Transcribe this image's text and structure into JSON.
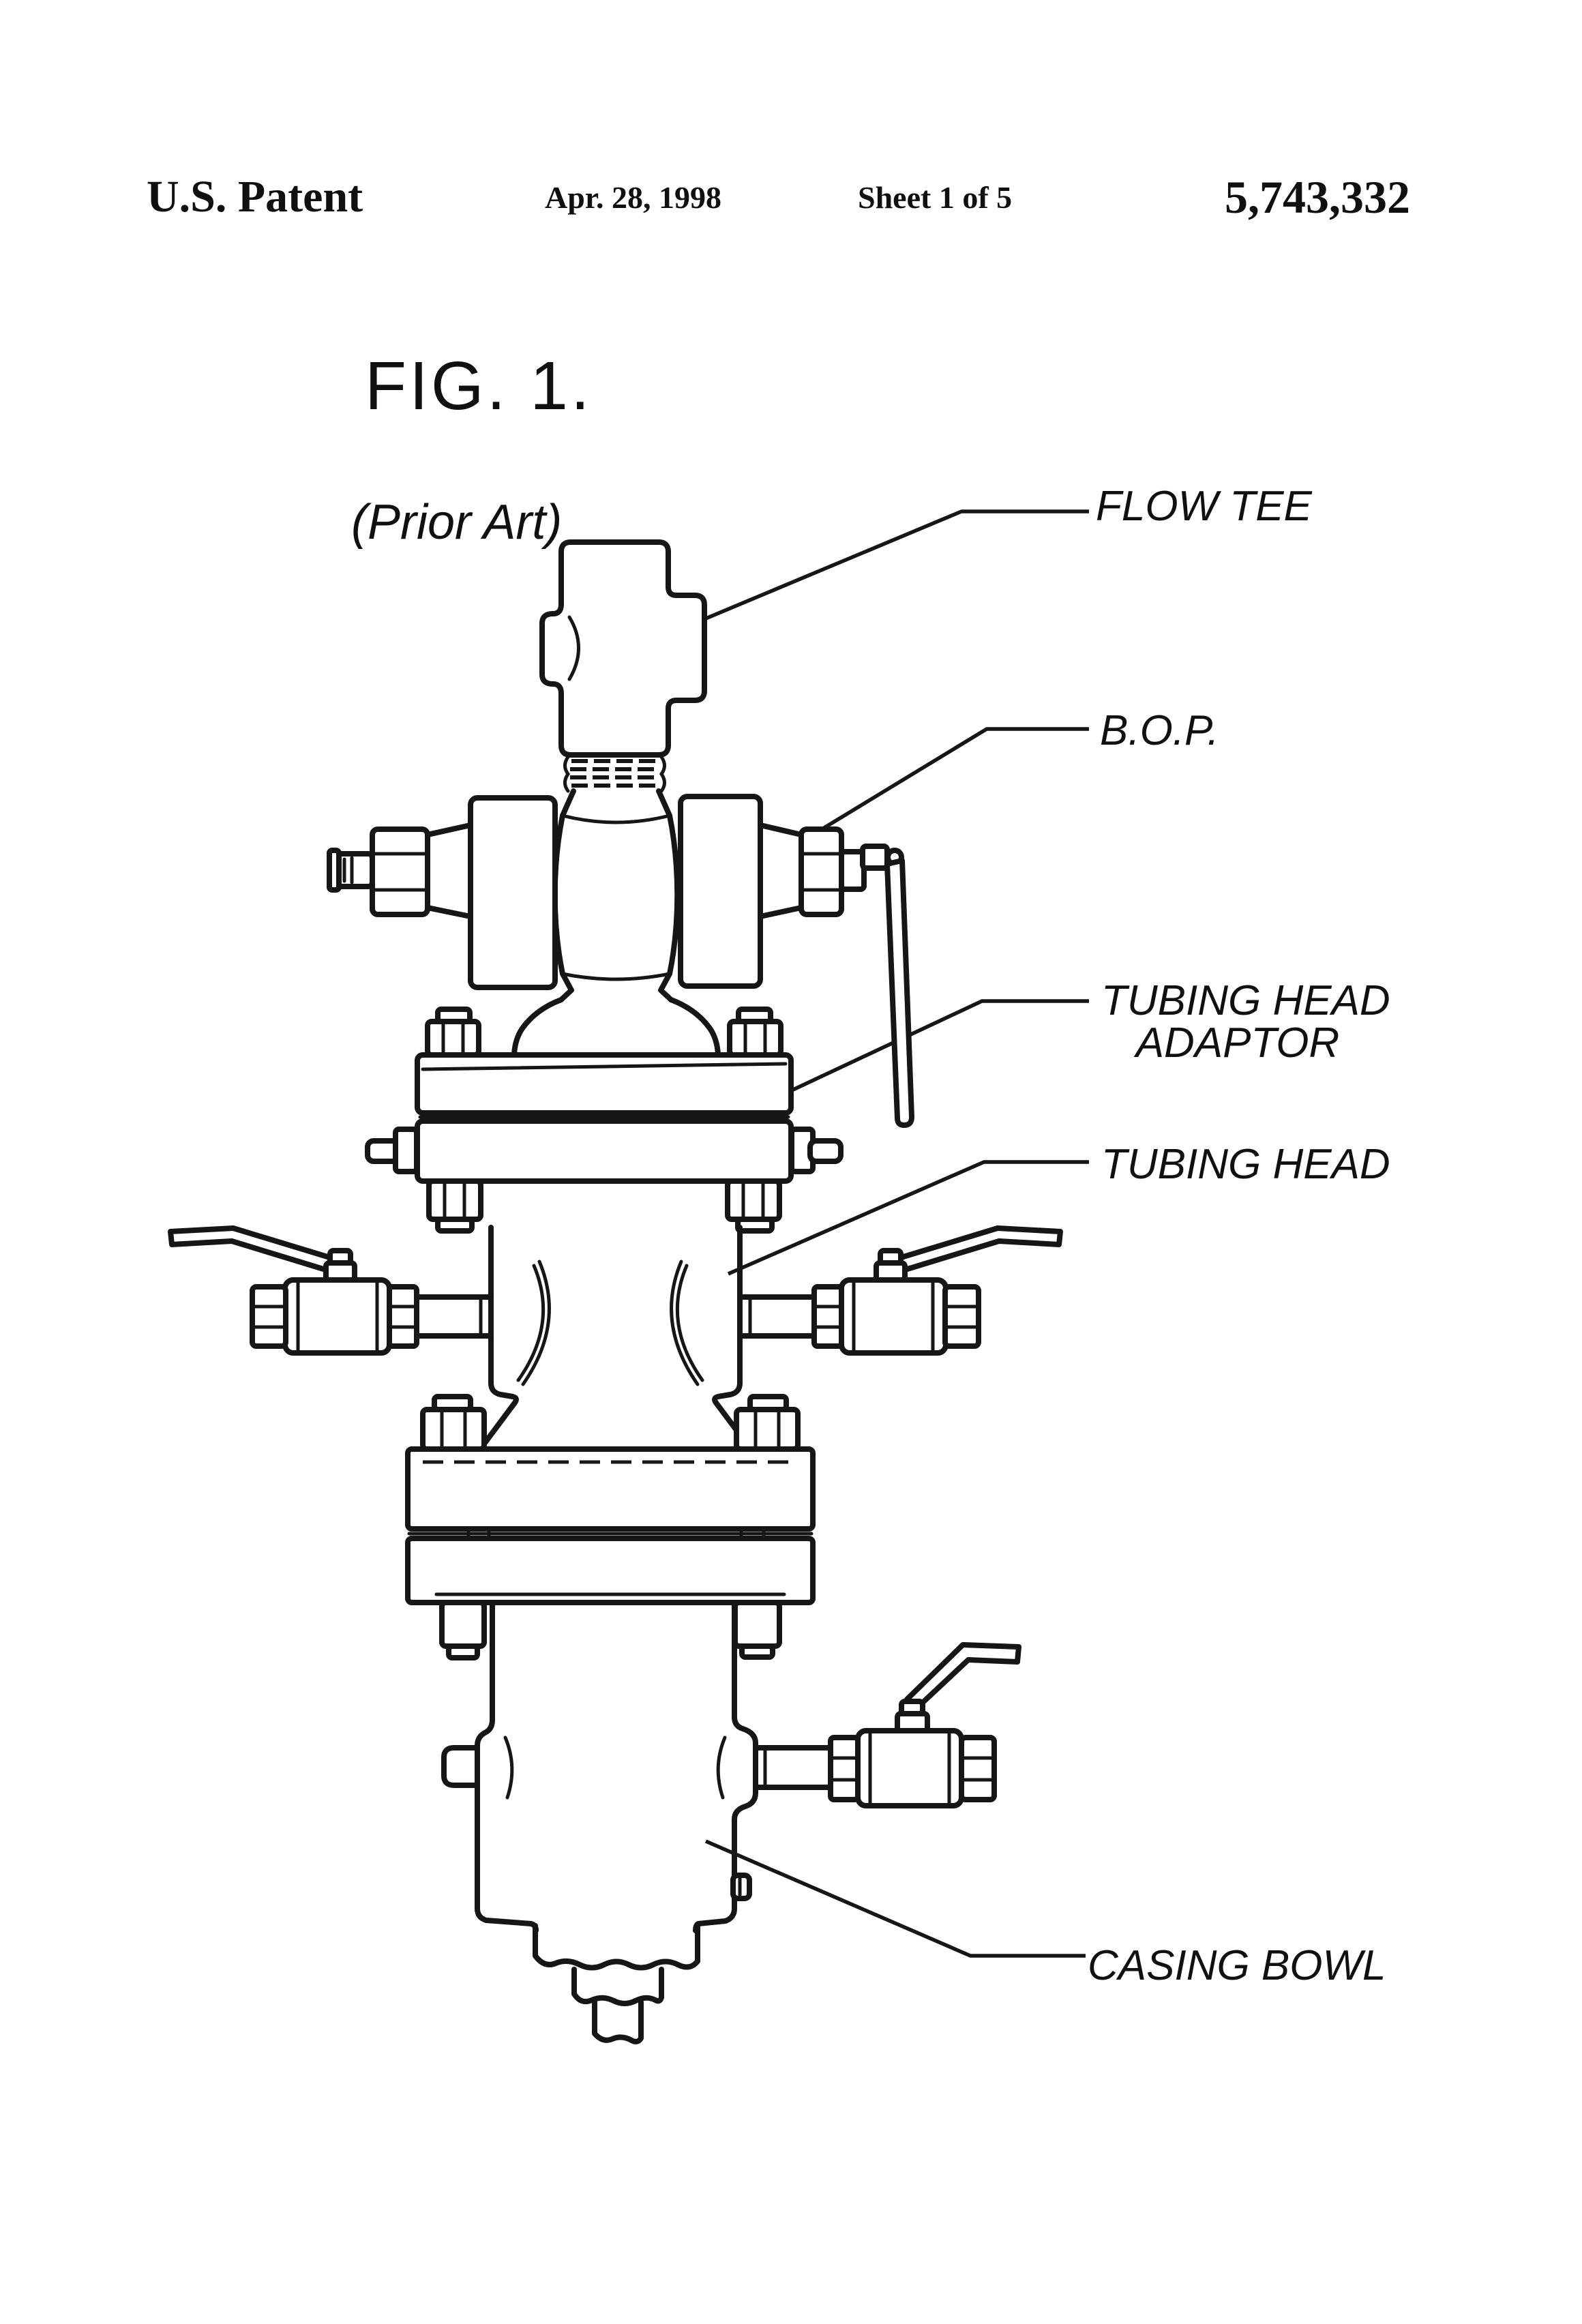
{
  "header": {
    "title": "U.S. Patent",
    "date": "Apr. 28, 1998",
    "sheet": "Sheet 1 of 5",
    "patent_number": "5,743,332"
  },
  "figure": {
    "title": "FIG. 1.",
    "subtitle": "(Prior Art)"
  },
  "labels": {
    "flow_tee": "FLOW TEE",
    "bop": "B.O.P.",
    "tubing_head_adaptor_line1": "TUBING HEAD",
    "tubing_head_adaptor_line2": "ADAPTOR",
    "tubing_head": "TUBING HEAD",
    "casing_bowl": "CASING BOWL"
  },
  "colors": {
    "ink": "#161616",
    "paper": "#ffffff"
  }
}
